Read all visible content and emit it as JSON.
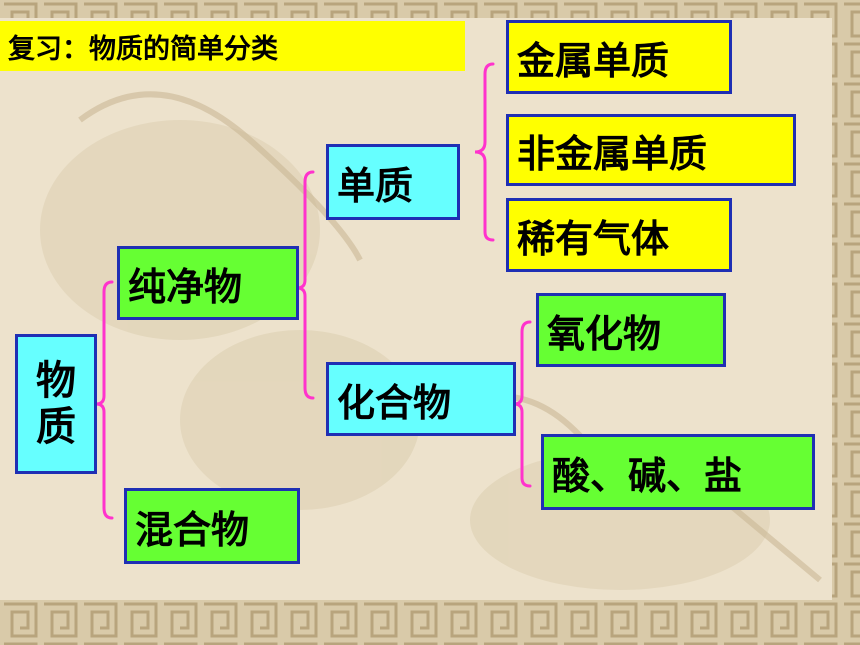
{
  "title": "复习：物质的简单分类",
  "nodes": {
    "root_line1": "物",
    "root_line2": "质",
    "pure": "纯净物",
    "mixture": "混合物",
    "element": "单质",
    "compound": "化合物",
    "metal": "金属单质",
    "nonmetal": "非金属单质",
    "noble_gas": "稀有气体",
    "oxide": "氧化物",
    "acid_base_salt": "酸、碱、盐"
  },
  "colors": {
    "brace": "#ff33cc",
    "border": "#1f2fb4",
    "yellow": "#ffff00",
    "green": "#66ff33",
    "cyan": "#66ffff",
    "background": "#ede2cc"
  }
}
